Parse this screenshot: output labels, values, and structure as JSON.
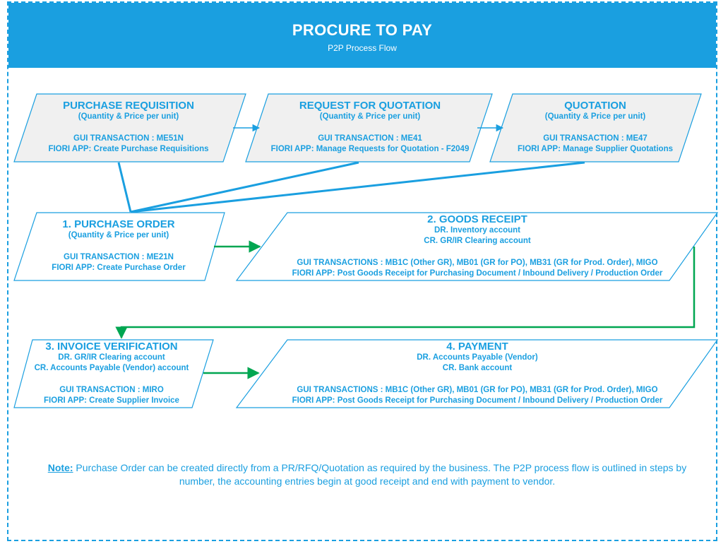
{
  "banner": {
    "title": "PROCURE TO PAY",
    "subtitle": "P2P Process Flow"
  },
  "boxes": {
    "pr": {
      "title": "PURCHASE REQUISITION",
      "qty": "(Quantity & Price per unit)",
      "line1": "GUI TRANSACTION : ME51N",
      "line2": "FIORI APP: Create Purchase Requisitions"
    },
    "rfq": {
      "title": "REQUEST FOR QUOTATION",
      "qty": "(Quantity & Price per unit)",
      "line1": "GUI TRANSACTION : ME41",
      "line2": "FIORI APP: Manage Requests for Quotation - F2049"
    },
    "quotation": {
      "title": "QUOTATION",
      "qty": "(Quantity & Price per unit)",
      "line1": "GUI TRANSACTION : ME47",
      "line2": "FIORI APP: Manage Supplier Quotations"
    },
    "po": {
      "title": "1. PURCHASE ORDER",
      "qty": "(Quantity & Price per unit)",
      "line1": "GUI TRANSACTION : ME21N",
      "line2": "FIORI APP: Create Purchase Order"
    },
    "gr": {
      "title": "2. GOODS RECEIPT",
      "dr": "DR. Inventory account",
      "cr": "CR. GR/IR Clearing account",
      "line1": "GUI TRANSACTIONS : MB1C (Other GR), MB01 (GR for PO), MB31 (GR for Prod. Order), MIGO",
      "line2": "FIORI APP: Post Goods Receipt for Purchasing Document / Inbound Delivery / Production Order"
    },
    "iv": {
      "title": "3. INVOICE VERIFICATION",
      "dr": "DR. GR/IR Clearing account",
      "cr": "CR. Accounts Payable (Vendor) account",
      "line1": "GUI TRANSACTION : MIRO",
      "line2": "FIORI APP: Create Supplier Invoice"
    },
    "payment": {
      "title": "4. PAYMENT",
      "dr": "DR. Accounts Payable (Vendor)",
      "cr": "CR. Bank account",
      "line1": "GUI TRANSACTIONS : MB1C (Other GR), MB01 (GR for PO), MB31 (GR for Prod. Order), MIGO",
      "line2": "FIORI APP: Post Goods Receipt for Purchasing Document / Inbound Delivery / Production Order"
    }
  },
  "note": {
    "label": "Note:",
    "text": " Purchase Order can be created directly from a PR/RFQ/Quotation as required by the business. The P2P process flow is outlined in steps by number, the accounting entries begin at good receipt and end with payment to vendor."
  },
  "colors": {
    "accent": "#1a9fe0",
    "flow_green": "#00a651",
    "grey_fill": "#f0f0f0"
  }
}
